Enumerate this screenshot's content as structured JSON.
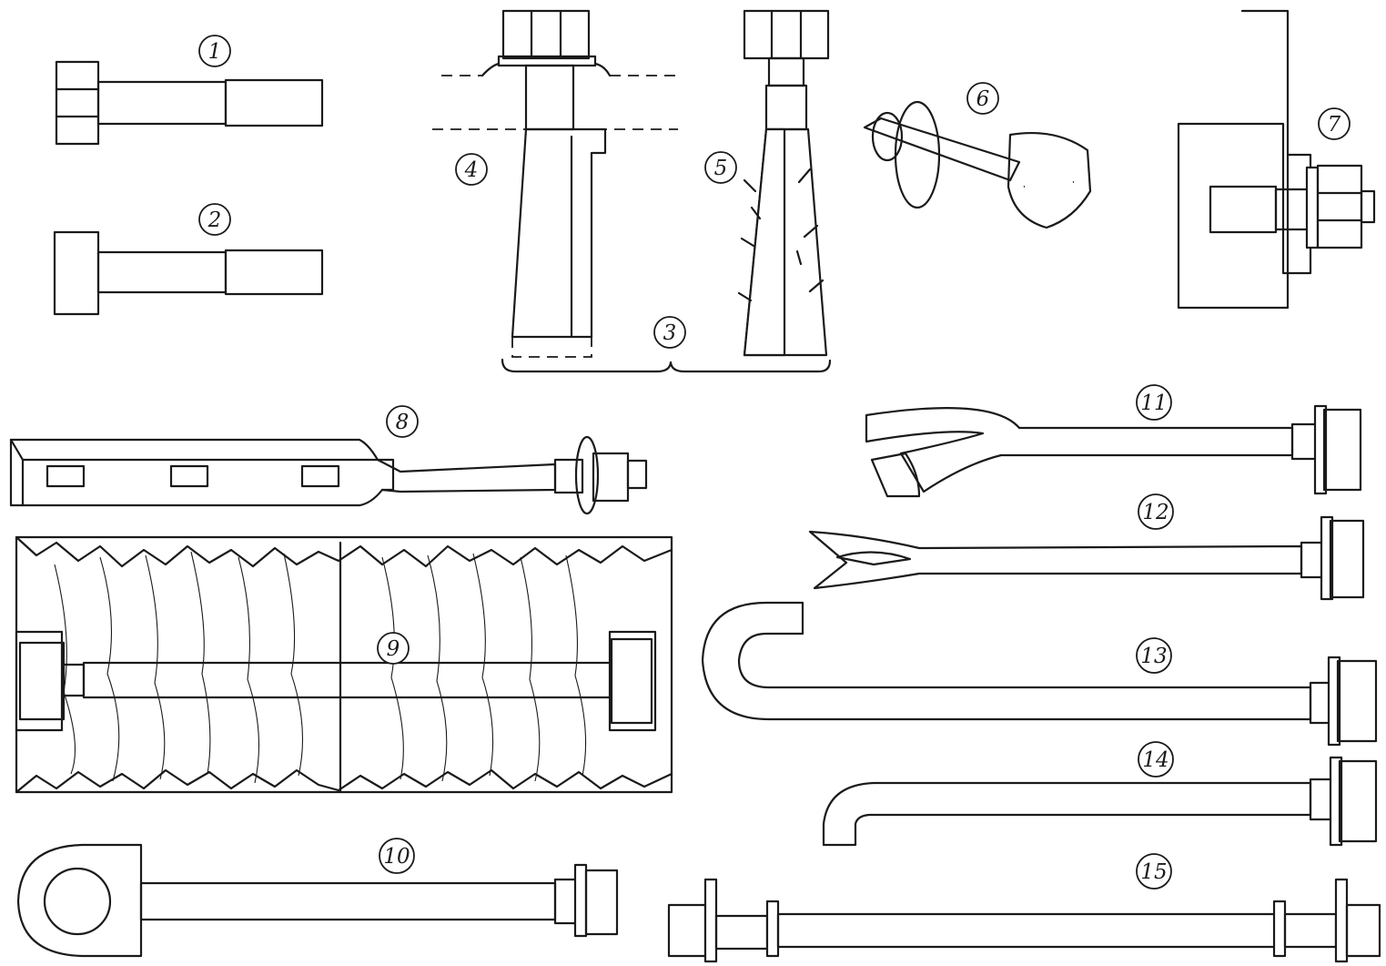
{
  "figure": {
    "labels": [
      "1",
      "2",
      "3",
      "4",
      "5",
      "6",
      "7",
      "8",
      "9",
      "10",
      "11",
      "12",
      "13",
      "14",
      "15"
    ]
  },
  "colors": {
    "ink": "#1a1a1a",
    "paper": "#ffffff"
  }
}
